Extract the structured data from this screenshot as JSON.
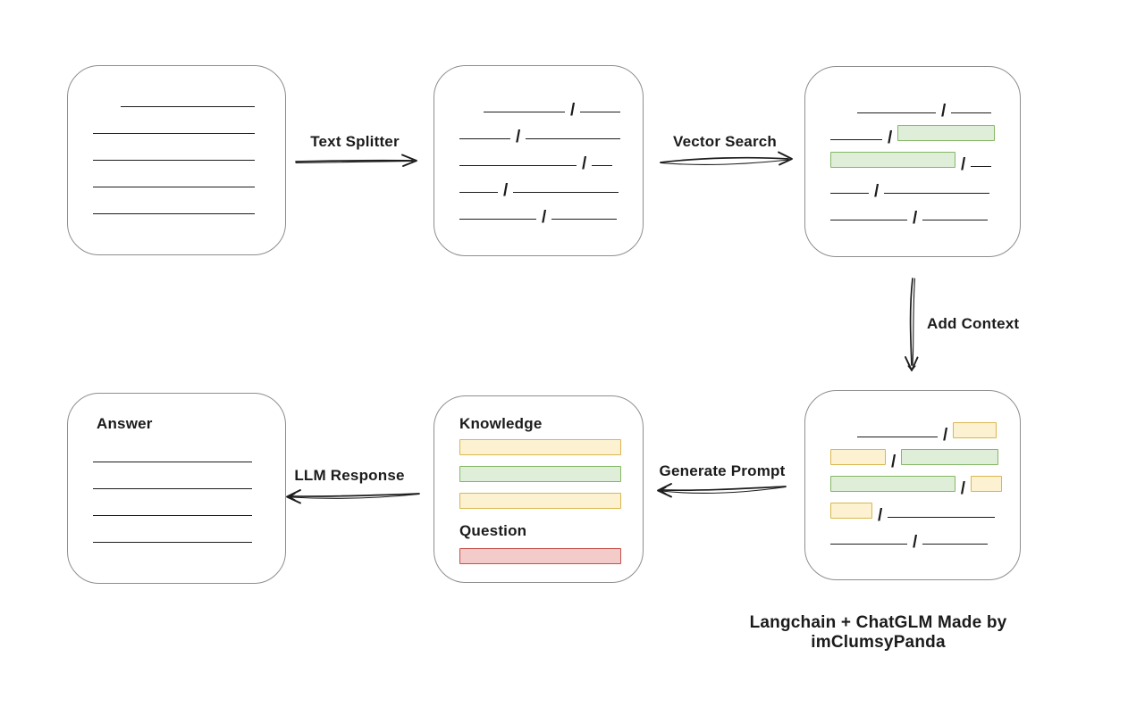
{
  "caption": "Langchain + ChatGLM Made by imClumsyPanda",
  "chunk_separator": "/",
  "arrows": {
    "text_splitter": "Text Splitter",
    "vector_search": "Vector Search",
    "add_context": "Add Context",
    "generate_prompt": "Generate Prompt",
    "llm_response": "LLM Response"
  },
  "colors": {
    "green_fill": "#dfeed8",
    "green_border": "#84b765",
    "yellow_fill": "#fcf2d2",
    "yellow_border": "#d9b64e",
    "red_fill": "#f3cbc9",
    "red_border": "#c5514b"
  },
  "boxes": {
    "document": {
      "rows": [
        {
          "indent": 31,
          "segments": [
            {
              "type": "line",
              "w": 150
            }
          ]
        },
        {
          "segments": [
            {
              "type": "line",
              "w": 181
            }
          ]
        },
        {
          "segments": [
            {
              "type": "line",
              "w": 181
            }
          ]
        },
        {
          "segments": [
            {
              "type": "line",
              "w": 181
            }
          ]
        },
        {
          "segments": [
            {
              "type": "line",
              "w": 181
            }
          ]
        }
      ]
    },
    "chunks": {
      "rows": [
        {
          "indent": 27,
          "segments": [
            {
              "type": "line",
              "w": 91
            },
            {
              "type": "slash"
            },
            {
              "type": "line",
              "w": 45
            }
          ]
        },
        {
          "segments": [
            {
              "type": "line",
              "w": 57
            },
            {
              "type": "slash"
            },
            {
              "type": "line",
              "w": 106
            }
          ]
        },
        {
          "segments": [
            {
              "type": "line",
              "w": 131
            },
            {
              "type": "slash"
            },
            {
              "type": "line",
              "w": 23
            }
          ]
        },
        {
          "segments": [
            {
              "type": "line",
              "w": 43
            },
            {
              "type": "slash"
            },
            {
              "type": "line",
              "w": 118
            }
          ]
        },
        {
          "segments": [
            {
              "type": "line",
              "w": 86
            },
            {
              "type": "slash"
            },
            {
              "type": "line",
              "w": 73
            }
          ]
        }
      ]
    },
    "retrieved_chunks": {
      "rows": [
        {
          "indent": 30,
          "segments": [
            {
              "type": "line",
              "w": 88
            },
            {
              "type": "slash"
            },
            {
              "type": "line",
              "w": 45
            }
          ]
        },
        {
          "segments": [
            {
              "type": "line",
              "w": 58
            },
            {
              "type": "slash"
            },
            {
              "type": "green",
              "w": 107
            }
          ]
        },
        {
          "segments": [
            {
              "type": "green",
              "w": 138
            },
            {
              "type": "slash"
            },
            {
              "type": "line",
              "w": 23
            }
          ]
        },
        {
          "segments": [
            {
              "type": "line",
              "w": 43
            },
            {
              "type": "slash"
            },
            {
              "type": "line",
              "w": 118
            }
          ]
        },
        {
          "segments": [
            {
              "type": "line",
              "w": 86
            },
            {
              "type": "slash"
            },
            {
              "type": "line",
              "w": 73
            }
          ]
        }
      ]
    },
    "context_chunks": {
      "rows": [
        {
          "indent": 30,
          "segments": [
            {
              "type": "line",
              "w": 90
            },
            {
              "type": "slash"
            },
            {
              "type": "yellow",
              "w": 47
            }
          ]
        },
        {
          "segments": [
            {
              "type": "yellow",
              "w": 60
            },
            {
              "type": "slash"
            },
            {
              "type": "green",
              "w": 107
            }
          ]
        },
        {
          "segments": [
            {
              "type": "green",
              "w": 138
            },
            {
              "type": "slash"
            },
            {
              "type": "yellow",
              "w": 33
            }
          ]
        },
        {
          "segments": [
            {
              "type": "yellow",
              "w": 45
            },
            {
              "type": "slash"
            },
            {
              "type": "line",
              "w": 120
            }
          ]
        },
        {
          "segments": [
            {
              "type": "line",
              "w": 86
            },
            {
              "type": "slash"
            },
            {
              "type": "line",
              "w": 73
            }
          ]
        }
      ]
    },
    "prompt": {
      "knowledge_label": "Knowledge",
      "question_label": "Question",
      "knowledge_rows": [
        {
          "segments": [
            {
              "type": "yellow",
              "w": 179
            }
          ]
        },
        {
          "segments": [
            {
              "type": "green",
              "w": 179
            }
          ]
        },
        {
          "segments": [
            {
              "type": "yellow",
              "w": 179
            }
          ]
        }
      ],
      "question_rows": [
        {
          "segments": [
            {
              "type": "red",
              "w": 179
            }
          ]
        }
      ]
    },
    "answer": {
      "label": "Answer",
      "rows": [
        {
          "segments": [
            {
              "type": "line",
              "w": 178
            }
          ]
        },
        {
          "segments": [
            {
              "type": "line",
              "w": 178
            }
          ]
        },
        {
          "segments": [
            {
              "type": "line",
              "w": 178
            }
          ]
        },
        {
          "segments": [
            {
              "type": "line",
              "w": 178
            }
          ]
        }
      ]
    }
  }
}
